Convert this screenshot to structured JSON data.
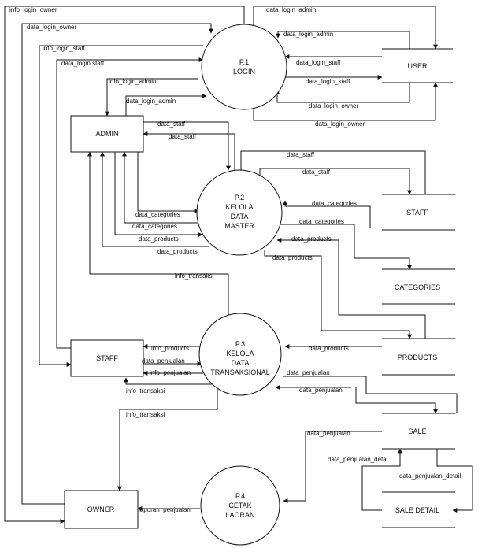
{
  "processes": {
    "p1": {
      "id": "P.1",
      "name": "LOGIN"
    },
    "p2": {
      "id": "P.2",
      "line1": "KELOLA",
      "line2": "DATA",
      "line3": "MASTER"
    },
    "p3": {
      "id": "P.3",
      "line1": "KELOLA",
      "line2": "DATA",
      "line3": "TRANSAKSIONAL"
    },
    "p4": {
      "id": "P.4",
      "line1": "CETAK",
      "line2": "LAORAN"
    }
  },
  "entities": {
    "admin": "ADMIN",
    "staff": "STAFF",
    "owner": "OWNER"
  },
  "stores": {
    "user": "USER",
    "staff": "STAFF",
    "categories": "CATEGORIES",
    "products": "PRODUCTS",
    "sale": "SALE",
    "sale_detail": "SALE DETAIL"
  },
  "flows": {
    "info_login_owner": "info_login_owner",
    "data_login_admin_top": "data_login_admin",
    "data_login_owner_a": "data_login_owner",
    "data_login_admin_b": "data_login_admin",
    "info_login_staff": "info_login_staff",
    "data_login_staff_a": "data_login_staff",
    "data_login_staff_b": "data_login staff",
    "data_login_staff_c": "data_login_staff",
    "info_login_admin": "info_login_admin",
    "data_login_admin_c": "data_login_admin",
    "data_login_owner_b": "data_login_owner",
    "data_login_owner_c": "data_login_owner",
    "data_staff_a": "data_staff",
    "data_staff_b": "data_staff",
    "data_staff_c": "data_staff",
    "data_staff_d": "data_staff",
    "data_categories_a": "data_categories",
    "data_categories_b": "data_categories",
    "data_categories_c": "data_categories",
    "data_categories_d": "data_categories",
    "data_products_a": "data_products",
    "data_products_b": "data_products",
    "data_products_c": "data_products",
    "data_products_d": "data_products",
    "info_transaksi_a": "info_transaksi",
    "info_products": "info_products",
    "data_products_e": "data_products",
    "data_penjualan_a": "data_penjualan",
    "info_penjualan": "info_penjualan",
    "data_penjualan_b": "data_penjualan",
    "data_penjualan_c": "data_penjualan",
    "info_transaksi_b": "info_transaksi",
    "info_transaksi_c": "info_transaksi",
    "data_penjualan_d": "data_penjualan",
    "data_penjualan_detail_a": "data_penjualan_detai",
    "data_penjualan_detail_b": "data_penjualan_detail",
    "laporan_penjualan": "laporan_penjualan"
  }
}
